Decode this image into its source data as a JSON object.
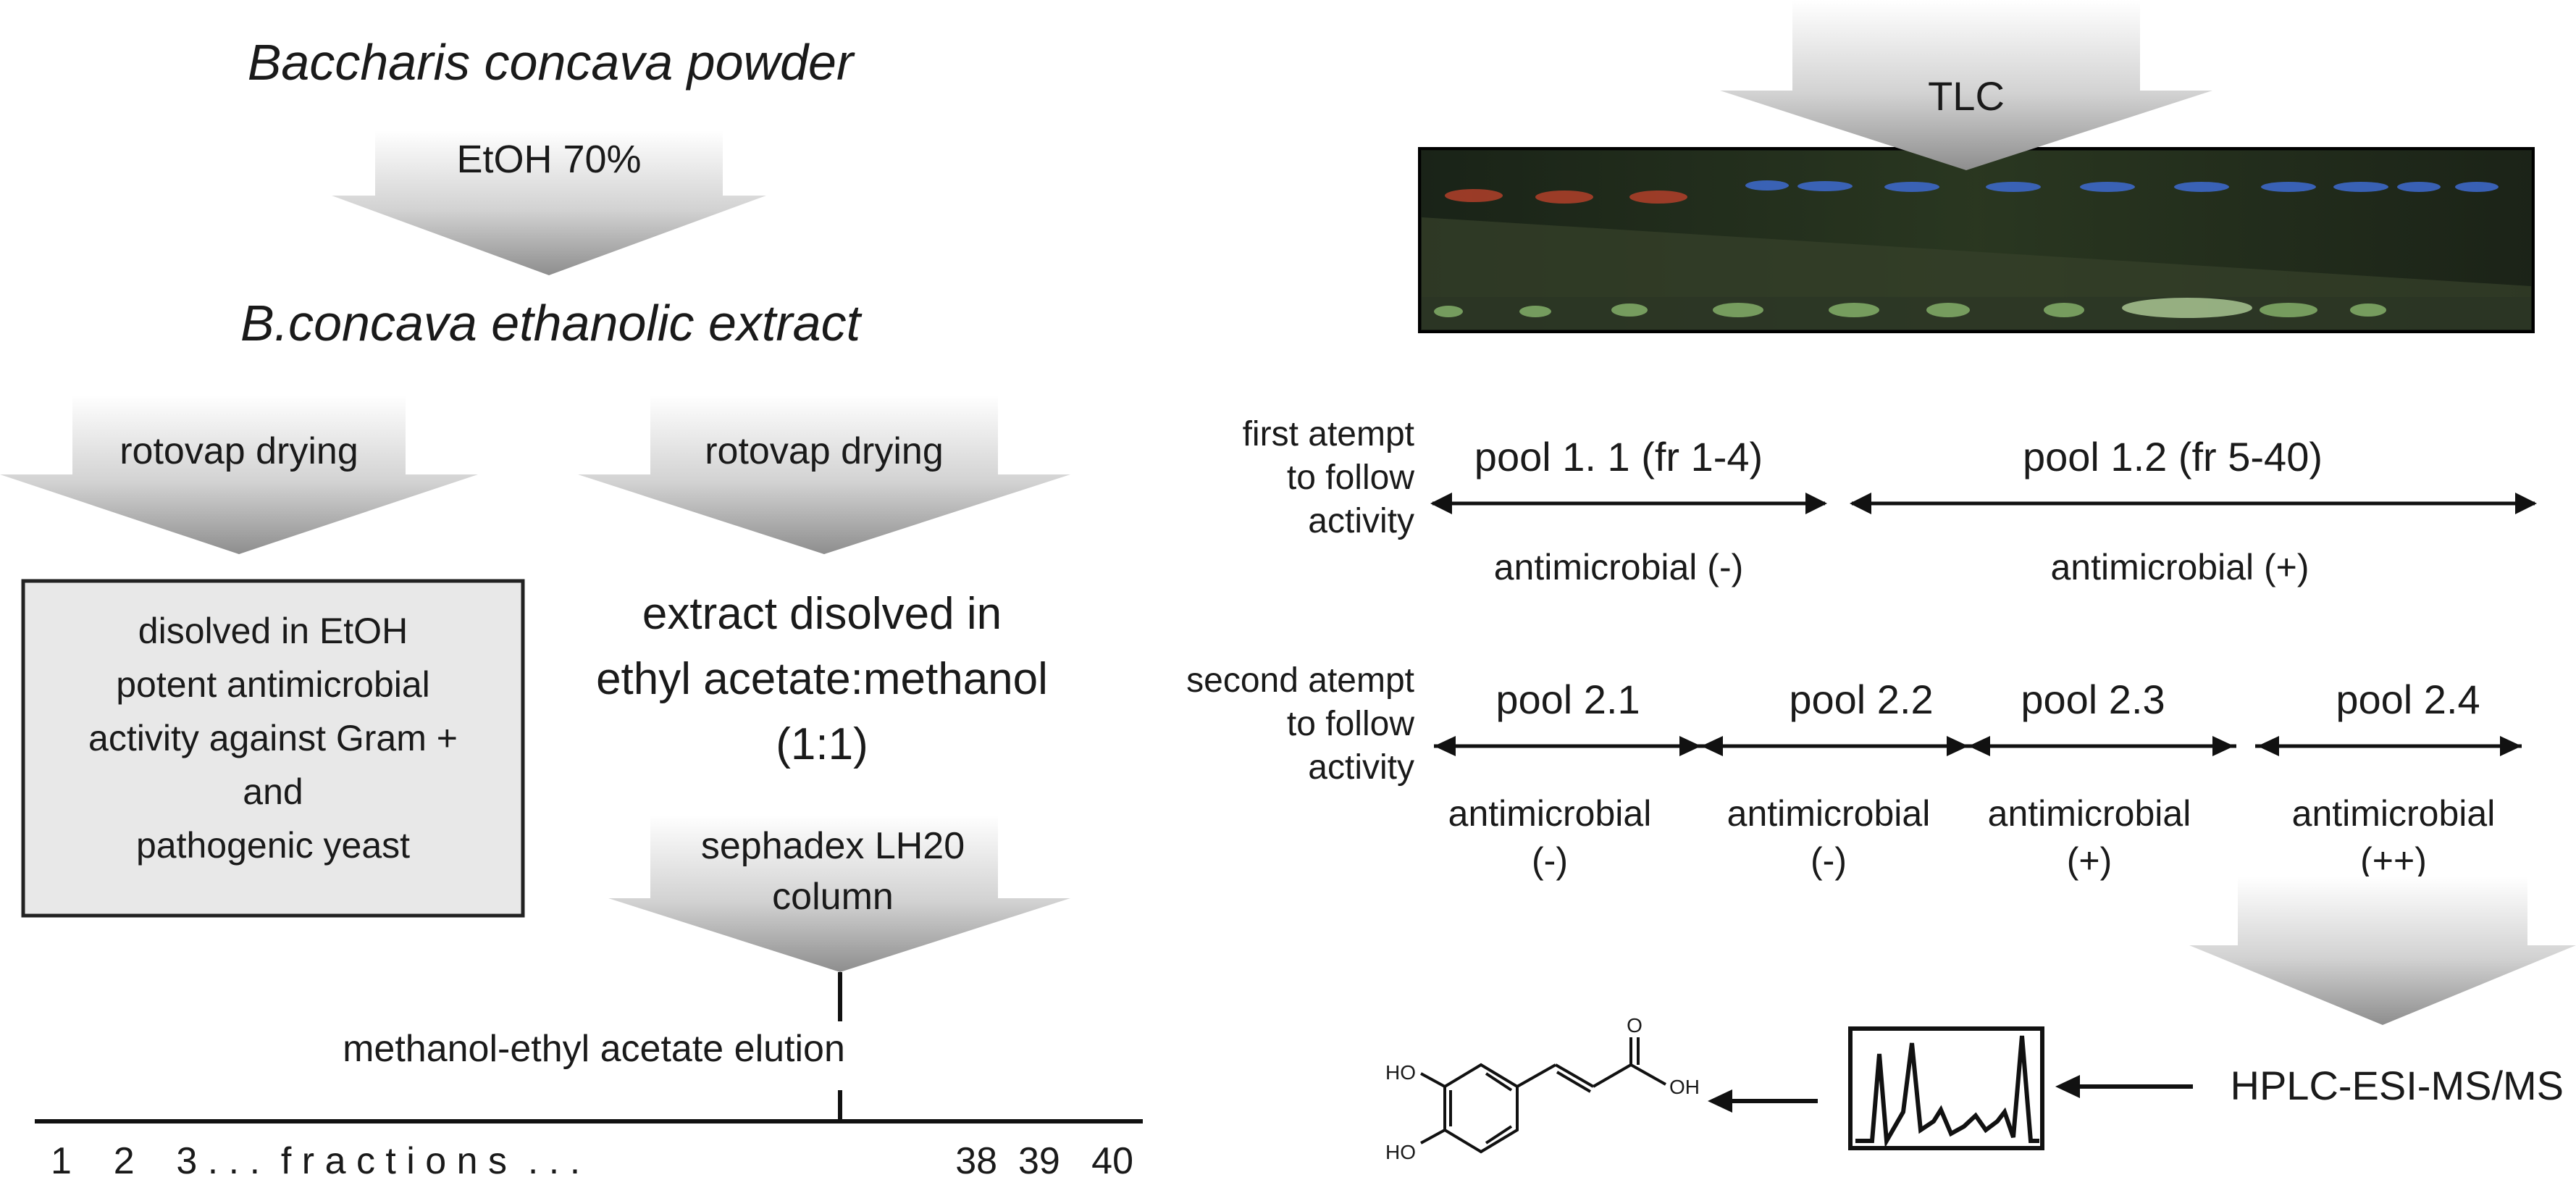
{
  "title_source": "Baccharis concava powder",
  "step1_label": "EtOH 70%",
  "title_extract": "B.concava ethanolic extract",
  "left_branch": {
    "arrow_label": "rotovap drying",
    "box_lines": [
      "disolved in EtOH",
      "potent antimicrobial",
      "activity against Gram +",
      "and",
      "pathogenic yeast"
    ]
  },
  "mid_branch": {
    "arrow_label": "rotovap drying",
    "text_lines": [
      "extract disolved in",
      "ethyl acetate:methanol",
      "(1:1)"
    ],
    "column_arrow_lines": [
      "sephadex LH20",
      "column"
    ],
    "elution_label": "methanol-ethyl acetate elution",
    "fractions_left": "1    2    3 . . .  f r a c t i o n s  . . .",
    "fractions_right": "38  39   40"
  },
  "tlc": {
    "label": "TLC",
    "colors": {
      "bg": "#1b2016",
      "band_blue": "#3e6bd0",
      "band_red": "#b1402a",
      "band_green": "#8fbf72"
    }
  },
  "first_attempt": {
    "label_lines": [
      "first atempt",
      "to follow",
      "activity"
    ],
    "pools": [
      {
        "name": "pool 1. 1 (fr 1-4)",
        "result": "antimicrobial (-)"
      },
      {
        "name": "pool 1.2 (fr 5-40)",
        "result": "antimicrobial (+)"
      }
    ]
  },
  "second_attempt": {
    "label_lines": [
      "second atempt",
      "to follow",
      "activity"
    ],
    "pools": [
      {
        "name": "pool 2.1",
        "result_lines": [
          "antimicrobial",
          "(-)"
        ]
      },
      {
        "name": "pool 2.2",
        "result_lines": [
          "antimicrobial",
          "(-)"
        ]
      },
      {
        "name": "pool 2.3",
        "result_lines": [
          "antimicrobial",
          "(+)"
        ]
      },
      {
        "name": "pool 2.4",
        "result_lines": [
          "antimicrobial",
          "(++)"
        ]
      }
    ]
  },
  "hplc_label": "HPLC-ESI-MS/MS",
  "structure": {
    "oh_top": "HO",
    "oh_bottom": "HO",
    "carbonyl_o": "O",
    "acid_oh": "OH"
  }
}
